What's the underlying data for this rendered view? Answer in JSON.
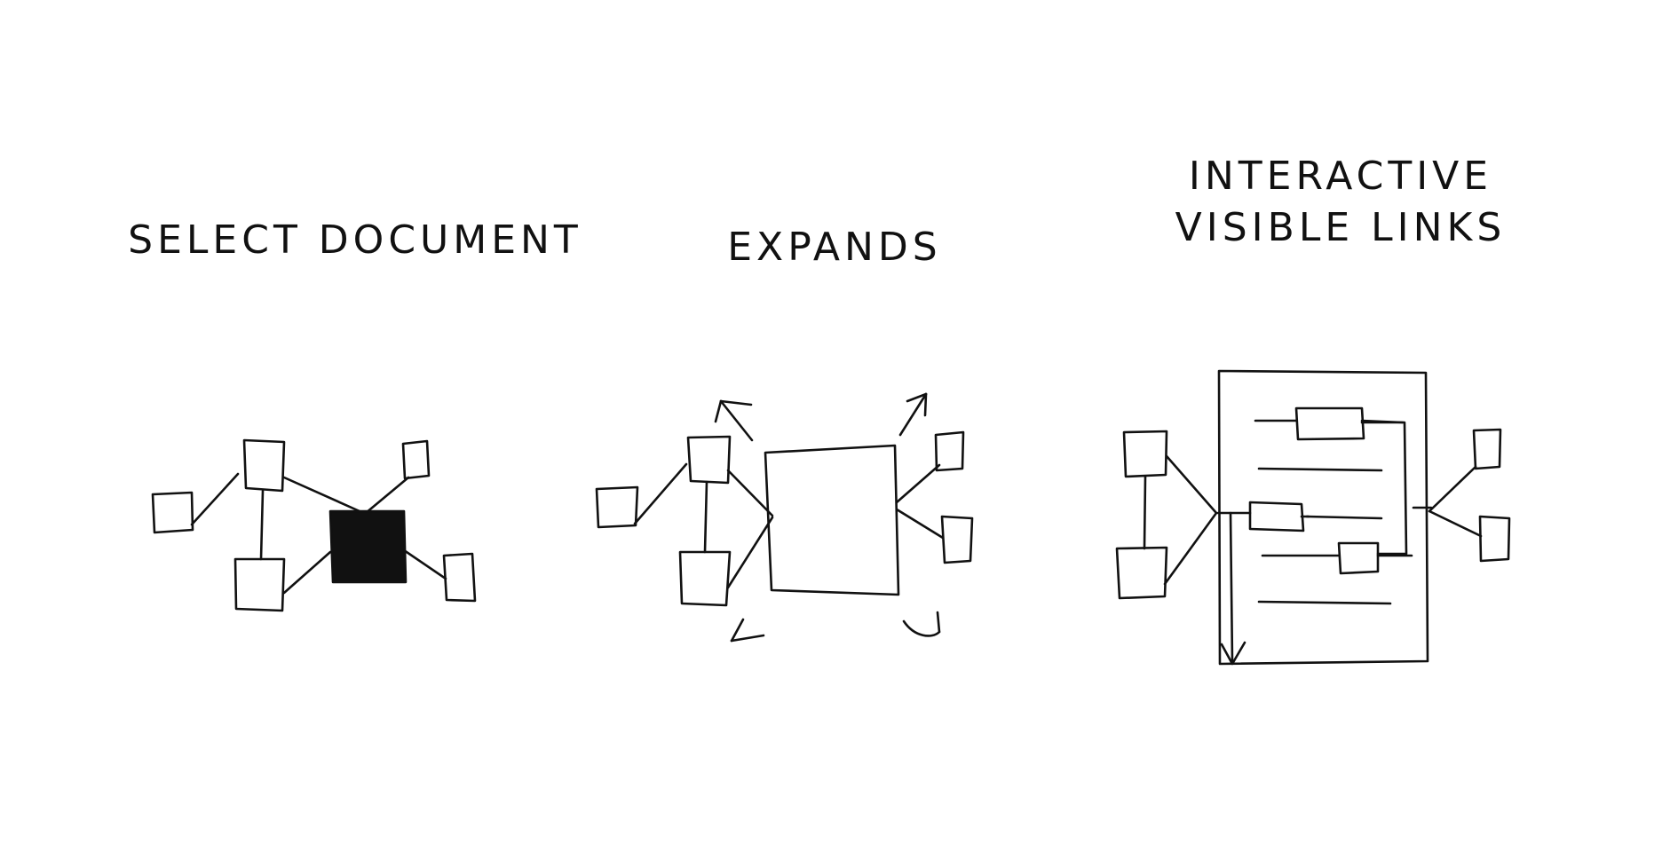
{
  "panels": [
    {
      "id": "select",
      "caption_lines": [
        "SELECT DOCUMENT"
      ]
    },
    {
      "id": "expands",
      "caption_lines": [
        "EXPANDS"
      ]
    },
    {
      "id": "links",
      "caption_lines": [
        "INTERACTIVE",
        "VISIBLE LINKS"
      ]
    }
  ],
  "colors": {
    "ink": "#111111",
    "paper": "#ffffff"
  }
}
